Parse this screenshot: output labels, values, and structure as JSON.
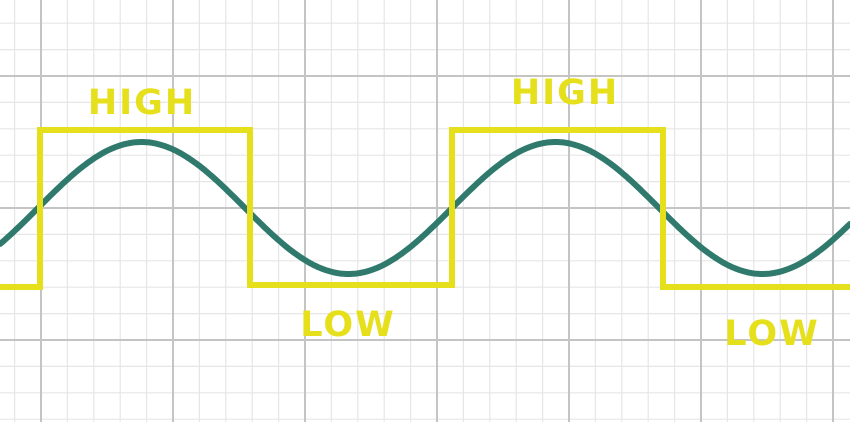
{
  "labels": {
    "high_1": "HIGH",
    "high_2": "HIGH",
    "low_1": "LOW",
    "low_2": "LOW"
  },
  "colors": {
    "background": "#ffffff",
    "grid_minor": "#e6e6e6",
    "grid_major": "#c4c4c4",
    "sine_wave": "#2f7a6c",
    "square_wave": "#e6e01c",
    "label_text": "#e6e01c"
  }
}
